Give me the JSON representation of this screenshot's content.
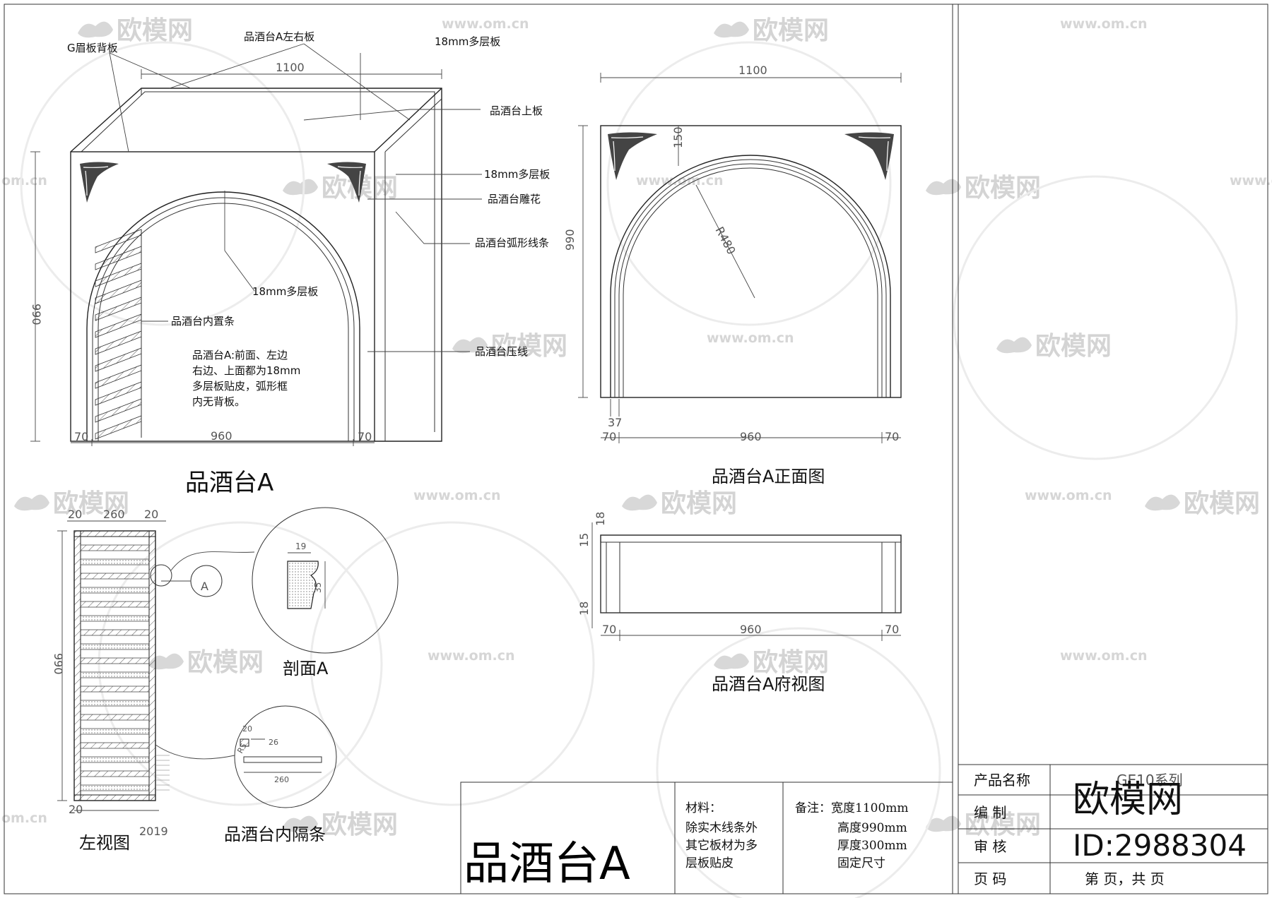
{
  "watermark": {
    "brand": "欧模网",
    "url": "www.om.cn",
    "url_short": "om.cn",
    "partial": "欧模网"
  },
  "drawing_a": {
    "title": "品酒台A",
    "labels": {
      "g_back": "G眉板背板",
      "side_panel": "品酒台A左右板",
      "ply_top": "18mm多层板",
      "top_panel": "品酒台上板",
      "ply_right": "18mm多层板",
      "carving": "品酒台雕花",
      "arc_strip": "品酒台弧形线条",
      "ply_center": "18mm多层板",
      "inner_strip": "品酒台内置条",
      "press_line": "品酒台压线"
    },
    "note_lines": [
      "品酒台A:前面、左边",
      "右边、上面都为18mm",
      "多层板贴皮，弧形框",
      "内无背板。"
    ],
    "dims": {
      "width": "1100",
      "height": "990",
      "left": "70",
      "middle": "960",
      "right": "70"
    }
  },
  "front_view": {
    "title": "品酒台A正面图",
    "dims": {
      "width": "1100",
      "top": "150",
      "radius": "R480",
      "height": "990",
      "edge": "37",
      "left": "70",
      "middle": "960",
      "right": "70"
    }
  },
  "top_view": {
    "title": "品酒台A府视图",
    "dims": {
      "a": "18",
      "b": "15",
      "c": "18",
      "left": "70",
      "middle": "960",
      "right": "70"
    }
  },
  "left_view": {
    "title": "左视图",
    "dims": {
      "top_left": "20",
      "top_mid": "260",
      "top_right": "20",
      "height": "990",
      "bottom_left": "20",
      "bottom_right": "2019"
    },
    "marker": "A"
  },
  "section_a": {
    "title": "剖面A",
    "dims": {
      "w": "19",
      "h": "35"
    }
  },
  "divider": {
    "title": "品酒台内隔条",
    "dims": {
      "a": "20",
      "b": "26",
      "c": "260",
      "r": "R5"
    }
  },
  "title_block": {
    "big_title": "品酒台A",
    "material_lines": [
      "材料：",
      "除实木线条外",
      "其它板材为多",
      "层板贴皮"
    ],
    "notes_lines": [
      "备注：宽度1100mm",
      "高度990mm",
      "厚度300mm",
      "固定尺寸"
    ],
    "rows": [
      {
        "label": "产品名称",
        "value": "GE10系列"
      },
      {
        "label": "编    制",
        "value": ""
      },
      {
        "label": "审    核",
        "value": ""
      },
      {
        "label": "页    码",
        "value": "第    页，共    页"
      }
    ],
    "brand_text": "欧模网",
    "id_text": "ID:2988304"
  }
}
